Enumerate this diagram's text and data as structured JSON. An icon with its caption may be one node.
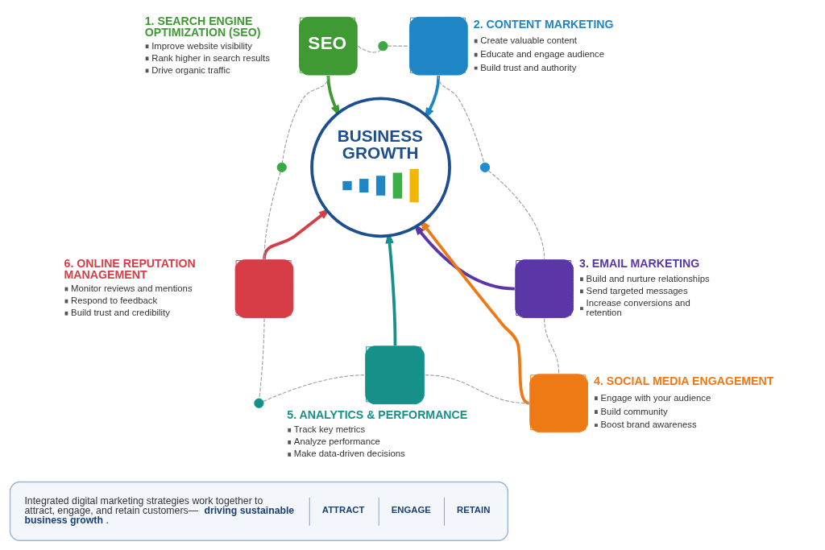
{
  "diagram": {
    "nodes": [
      {
        "text": [
          "BUSINESS GROWTH"
        ]
      },
      {
        "text": [
          "SEO",
          "1. SEARCH ENGINE OPTIMIZATION (SEO)",
          "Improve website visibility",
          "Rank higher in search results",
          "Drive organic traffic"
        ]
      },
      {
        "text": [
          "2. CONTENT MARKETING",
          "Create valuable content",
          "Educate and engage audience",
          "Build trust and authority"
        ]
      },
      {
        "text": [
          "3. EMAIL MARKETING",
          "Build and nurture relationships",
          "Send targeted messages",
          "Increase conversions and retention"
        ]
      },
      {
        "text": [
          "4. SOCIAL MEDIA ENGAGEMENT",
          "Engage with your audience",
          "Build community",
          "Boost brand awareness"
        ]
      },
      {
        "text": [
          "5. ANALYTICS & PERFORMANCE",
          "Track key metrics",
          "Analyze performance",
          "Make data-driven decisions"
        ]
      },
      {
        "text": [
          "6. ONLINE REPUTATION MANAGEMENT",
          "Monitor reviews and mentions",
          "Respond to feedback",
          "Build trust and credibility"
        ]
      },
      {
        "text": [],
        "shape": "circle"
      },
      {
        "text": [],
        "shape": "circle"
      },
      {
        "text": [],
        "shape": "circle"
      },
      {
        "text": [],
        "shape": "circle"
      },
      {
        "text": [
          "Integrated digital marketing strategies work together to attract, engage, and retain customers—**driving sustainable business growth**.",
          "ATTRACT",
          "ENGAGE",
          "RETAIN"
        ]
      }
    ],
    "edges": [
      {
        "from": 1,
        "to": 0,
        "arrow": "to",
        "style": "thick",
        "color": "#3f9a34"
      },
      {
        "from": 2,
        "to": 0,
        "arrow": "to",
        "style": "thick",
        "color": "#1f86c6"
      },
      {
        "from": 3,
        "to": 0,
        "arrow": "to",
        "style": "thick",
        "color": "#5a36a6"
      },
      {
        "from": 4,
        "to": 0,
        "arrow": "to",
        "style": "thick",
        "color": "#ee7a16"
      },
      {
        "from": 5,
        "to": 0,
        "arrow": "to",
        "style": "thick",
        "color": "#16918a"
      },
      {
        "from": 6,
        "to": 0,
        "arrow": "to",
        "style": "thick",
        "color": "#d63d47"
      },
      {
        "from": 1,
        "to": 7,
        "arrow": "none",
        "style": "dashed"
      },
      {
        "from": 7,
        "to": 2,
        "arrow": "none",
        "style": "dashed"
      },
      {
        "from": 2,
        "to": 8,
        "arrow": "none",
        "style": "dashed"
      },
      {
        "from": 8,
        "to": 3,
        "arrow": "none",
        "style": "dashed"
      },
      {
        "from": 3,
        "to": 4,
        "arrow": "none",
        "style": "dashed"
      },
      {
        "from": 5,
        "to": 4,
        "arrow": "none",
        "style": "dashed"
      },
      {
        "from": 10,
        "to": 5,
        "arrow": "none",
        "style": "dashed"
      },
      {
        "from": 6,
        "to": 10,
        "arrow": "none",
        "style": "dashed"
      },
      {
        "from": 9,
        "to": 6,
        "arrow": "none",
        "style": "dashed"
      },
      {
        "from": 1,
        "to": 9,
        "arrow": "none",
        "style": "dashed"
      }
    ]
  }
}
